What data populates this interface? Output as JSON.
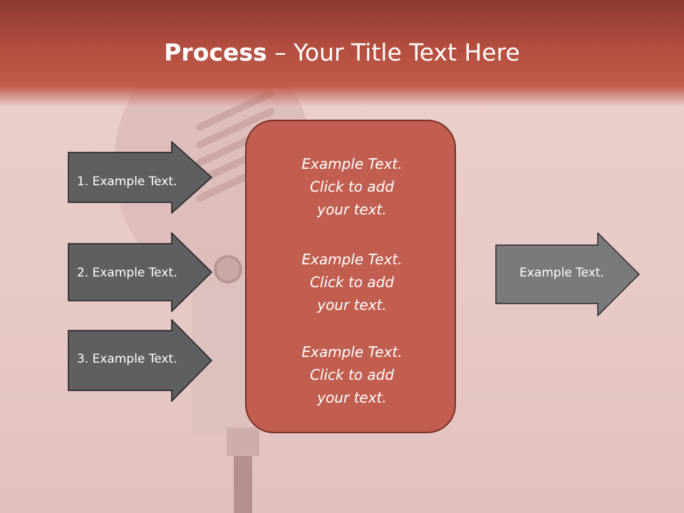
{
  "slide": {
    "title_bold": "Process",
    "title_rest": " – Your Title Text Here"
  },
  "inputs": [
    {
      "label": "1. Example Text."
    },
    {
      "label": "2. Example Text."
    },
    {
      "label": "3. Example Text."
    }
  ],
  "center_blocks": [
    {
      "line1": "Example Text.",
      "line2": "Click  to add",
      "line3": "your text."
    },
    {
      "line1": "Example Text.",
      "line2": "Click  to add",
      "line3": "your text."
    },
    {
      "line1": "Example Text.",
      "line2": "Click  to add",
      "line3": "your text."
    }
  ],
  "output": {
    "label": "Example Text."
  },
  "colors": {
    "header": "#b44e40",
    "box_fill": "#c15e50",
    "arrow_dark": "#5f5f5f",
    "arrow_light": "#7a7a7a"
  }
}
